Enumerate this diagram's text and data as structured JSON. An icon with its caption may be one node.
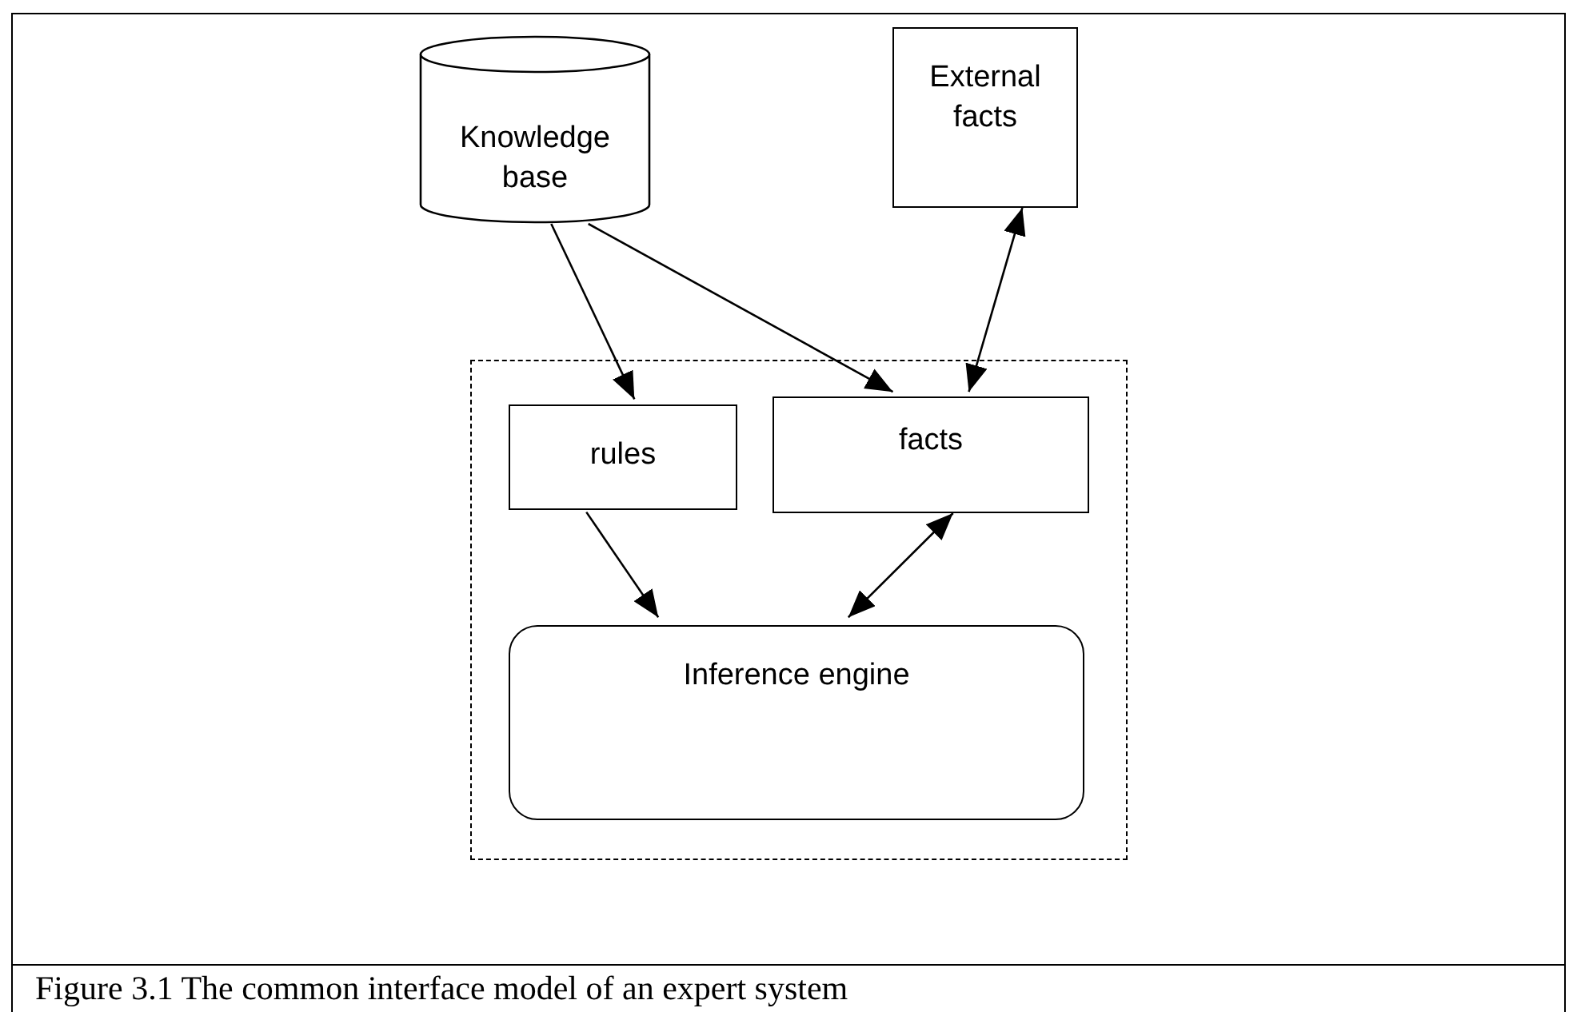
{
  "diagram": {
    "caption": "Figure 3.1 The common interface model of an expert system",
    "nodes": [
      {
        "text": [
          "Knowledge base"
        ]
      },
      {
        "text": [
          "External facts"
        ]
      },
      {
        "text": [],
        "shape": "box"
      },
      {
        "text": [
          "rules"
        ],
        "in": 2
      },
      {
        "text": [
          "facts"
        ],
        "in": 2
      },
      {
        "text": [
          "Inference engine"
        ],
        "in": 2
      }
    ],
    "edges": [
      {
        "from": 0,
        "to": 3,
        "arrow": "to"
      },
      {
        "from": 0,
        "to": 4,
        "arrow": "to"
      },
      {
        "from": 1,
        "to": 4,
        "arrow": "both"
      },
      {
        "from": 3,
        "to": 5,
        "arrow": "to"
      },
      {
        "from": 4,
        "to": 5,
        "arrow": "both"
      }
    ]
  }
}
